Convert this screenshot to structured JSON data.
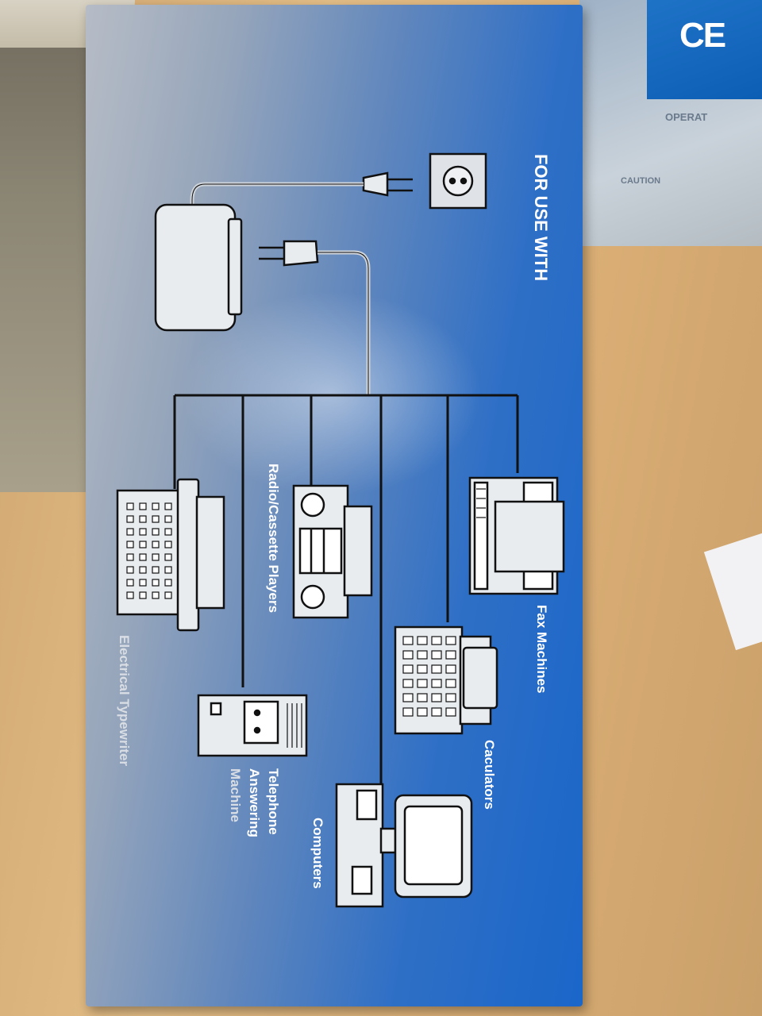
{
  "box": {
    "heading": "FOR USE WITH",
    "devices": [
      {
        "id": "typewriter",
        "label": "Electrical Typewriter"
      },
      {
        "id": "radio",
        "label": "Radio/Cassette Players"
      },
      {
        "id": "answering",
        "label_lines": [
          "Telephone",
          "Answering",
          "Machine"
        ]
      },
      {
        "id": "computers",
        "label": "Computers"
      },
      {
        "id": "calculators",
        "label": "Caculators"
      },
      {
        "id": "fax",
        "label": "Fax Machines"
      }
    ]
  },
  "background_box": {
    "mark": "CE",
    "fragment_top": "OPERAT",
    "fragment_caution": "CAUTION"
  },
  "colors": {
    "box_blue": "#1a66c9",
    "line_art": "#111111",
    "device_fill": "#e9ecef"
  }
}
